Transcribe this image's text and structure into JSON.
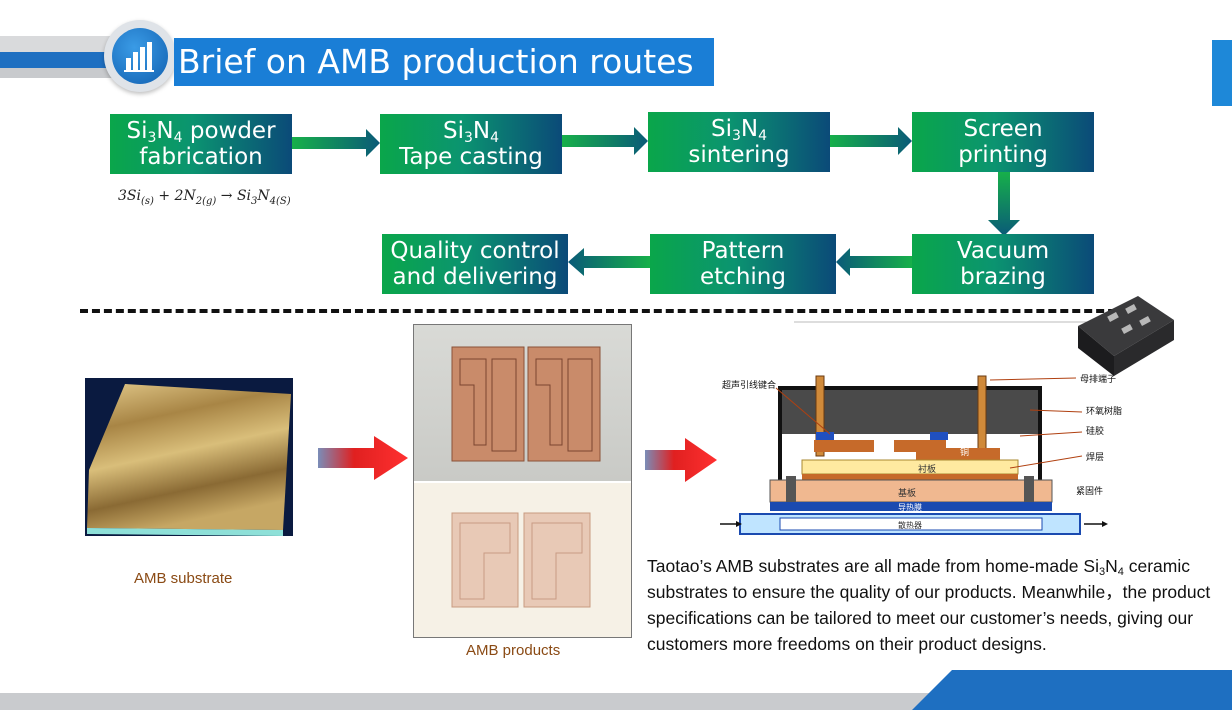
{
  "title": "Brief on AMB production routes",
  "flow": {
    "step1": {
      "pre": "Si",
      "s1": "3",
      "mid": "N",
      "s2": "4",
      "post": " powder",
      "line2": "fabrication"
    },
    "step2": {
      "pre": "Si",
      "s1": "3",
      "mid": "N",
      "s2": "4",
      "line2": "Tape casting"
    },
    "step3": {
      "pre": "Si",
      "s1": "3",
      "mid": "N",
      "s2": "4",
      "line2": "sintering"
    },
    "step4": {
      "line1": "Screen",
      "line2": "printing"
    },
    "step5": {
      "line1": "Vacuum",
      "line2": "brazing"
    },
    "step6": {
      "line1": "Pattern",
      "line2": "etching"
    },
    "step7": {
      "line1": "Quality control",
      "line2": "and delivering"
    }
  },
  "formula": {
    "a": "3Si",
    "a_sub": "(s)",
    "b": " + 2N",
    "b_sub": "2(g)",
    "arrow": " → ",
    "c": "Si",
    "c_sub1": "3",
    "c2": "N",
    "c_sub2": "4(S)"
  },
  "labels": {
    "substrate": "AMB substrate",
    "products": "AMB products"
  },
  "diagram_labels": {
    "ultrasonic_bond": "超声引线键合",
    "busbar": "母排端子",
    "epoxy": "环氧树脂",
    "silicone": "硅胶",
    "solder": "焊层",
    "fastener": "紧固件",
    "liner": "衬板",
    "copper": "铜",
    "baseplate": "基板",
    "thermal_pad": "导热膜",
    "heatsink": "散热器"
  },
  "description": {
    "part1": "Taotao’s AMB substrates are all made from home-made Si",
    "sub1": "3",
    "part2": "N",
    "sub2": "4",
    "part3": " ceramic substrates to ensure the quality of our products. Meanwhile，the product specifications can be tailored to meet our customer’s needs, giving our customers more freedoms on their product designs."
  },
  "colors": {
    "title_bg": "#1a7ed6",
    "box_green": "#0aa64a",
    "box_blue": "#0b4a78",
    "red_arrow": "#e02020"
  }
}
